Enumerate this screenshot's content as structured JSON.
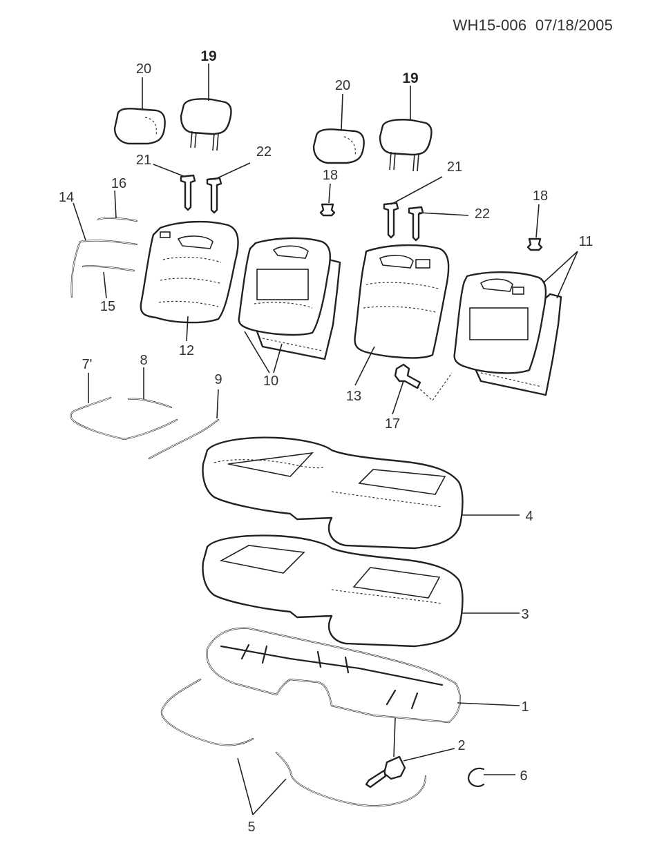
{
  "header": {
    "doc_code": "WH15-006",
    "date": "07/18/2005"
  },
  "callouts": [
    {
      "id": "c20a",
      "text": "20"
    },
    {
      "id": "c19a",
      "text": "19"
    },
    {
      "id": "c20b",
      "text": "20"
    },
    {
      "id": "c19b",
      "text": "19"
    },
    {
      "id": "c21a",
      "text": "21"
    },
    {
      "id": "c22a",
      "text": "22"
    },
    {
      "id": "c18a",
      "text": "18"
    },
    {
      "id": "c21b",
      "text": "21"
    },
    {
      "id": "c22b",
      "text": "22"
    },
    {
      "id": "c18b",
      "text": "18"
    },
    {
      "id": "c16",
      "text": "16"
    },
    {
      "id": "c14",
      "text": "14"
    },
    {
      "id": "c15",
      "text": "15"
    },
    {
      "id": "c12",
      "text": "12"
    },
    {
      "id": "c10",
      "text": "10"
    },
    {
      "id": "c11",
      "text": "11"
    },
    {
      "id": "c13",
      "text": "13"
    },
    {
      "id": "c17",
      "text": "17"
    },
    {
      "id": "c7",
      "text": "7'"
    },
    {
      "id": "c8",
      "text": "8"
    },
    {
      "id": "c9",
      "text": "9"
    },
    {
      "id": "c4",
      "text": "4"
    },
    {
      "id": "c3",
      "text": "3"
    },
    {
      "id": "c1",
      "text": "1"
    },
    {
      "id": "c2",
      "text": "2"
    },
    {
      "id": "c6",
      "text": "6"
    },
    {
      "id": "c5",
      "text": "5"
    }
  ]
}
